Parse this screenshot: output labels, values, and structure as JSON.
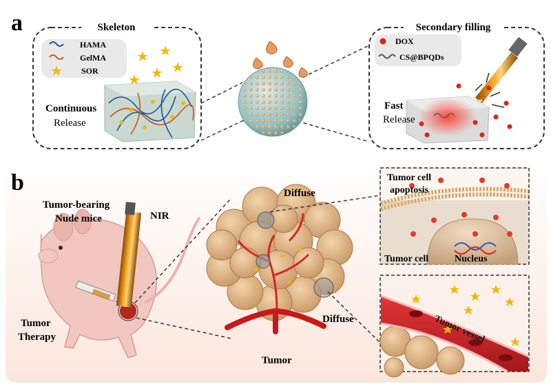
{
  "panel_a": {
    "letter": "a",
    "skeleton": {
      "title": "Skeleton",
      "legend": [
        {
          "label": "HAMA",
          "color": "#1f4fa3",
          "icon": "wave-icon"
        },
        {
          "label": "GelMA",
          "color": "#c8551b",
          "icon": "wave-icon"
        },
        {
          "label": "SOR",
          "color": "#f2b705",
          "icon": "star-icon"
        }
      ],
      "release_line1": "Continuous",
      "release_line2": "Release"
    },
    "secondary": {
      "title": "Secondary filling",
      "legend": [
        {
          "label": "DOX",
          "color": "#d9261c",
          "icon": "dot-icon"
        },
        {
          "label": "CS@BPQDs",
          "color": "#555555",
          "icon": "wave-icon"
        }
      ],
      "release_line1": "Fast",
      "release_line2": "Release"
    }
  },
  "panel_b": {
    "letter": "b",
    "mouse_label_line1": "Tumor-bearing",
    "mouse_label_line2": "Nude mice",
    "nir_label": "NIR",
    "therapy_line1": "Tumor",
    "therapy_line2": "Therapy",
    "diffuse_top": "Diffuse",
    "diffuse_bottom": "Diffuse",
    "tumor_label": "Tumor",
    "inset_cell": {
      "apoptosis_line1": "Tumor cell",
      "apoptosis_line2": "apoptosis",
      "cell_label": "Tumor cell",
      "nucleus_label": "Nucleus"
    },
    "inset_vessel": {
      "vessel_label": "Tumor vessel"
    }
  }
}
